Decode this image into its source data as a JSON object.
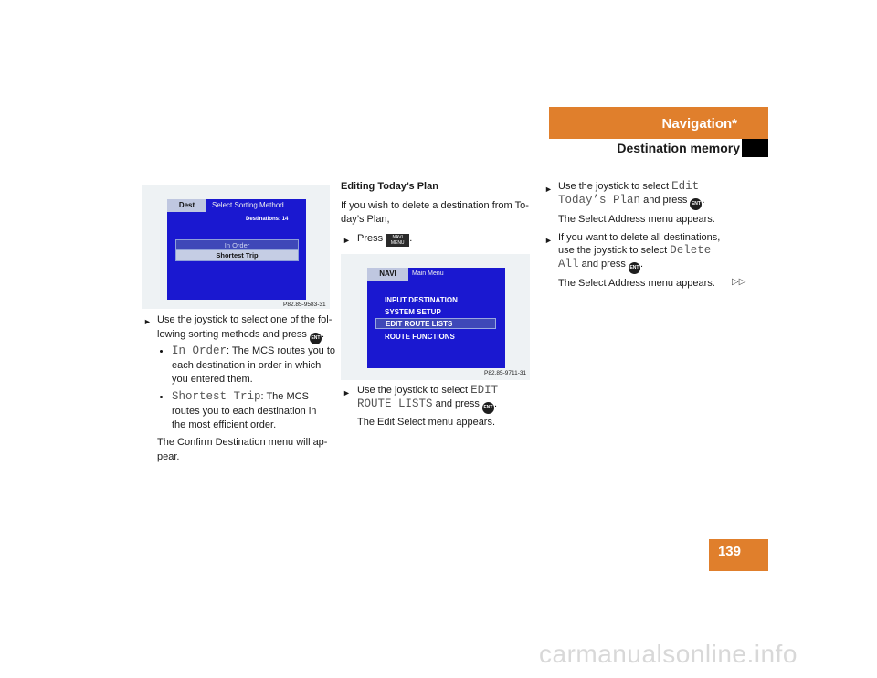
{
  "header": {
    "title": "Navigation*",
    "subtitle": "Destination memory"
  },
  "page_number": "139",
  "screen1": {
    "tab": "Dest",
    "title": "Select Sorting Method",
    "count": "Destinations: 14",
    "options": [
      "In Order",
      "Shortest Trip"
    ],
    "ref": "P82.85-9583-31"
  },
  "col1": {
    "step1_a": "Use the joystick to select one of the fol-",
    "step1_b": "lowing sorting methods and press",
    "opt1_code": "In Order",
    "opt1_a": ": The MCS routes you to",
    "opt1_b": "each destination in order in which",
    "opt1_c": "you entered them.",
    "opt2_code": "Shortest Trip",
    "opt2_a": ": The MCS",
    "opt2_b": "routes you to each destination in",
    "opt2_c": "the most efficient order.",
    "confirm_a": "The Confirm Destination menu will ap-",
    "confirm_b": "pear."
  },
  "col2": {
    "heading": "Editing Today’s Plan",
    "intro_a": "If you wish to delete a destination from To-",
    "intro_b": "day’s Plan,",
    "press": "Press",
    "step_a": "Use the joystick to select",
    "step_code1": "EDIT",
    "step_code2": "ROUTE LISTS",
    "step_press": "and press",
    "result": "The Edit Select menu appears."
  },
  "screen2": {
    "tab": "NAVI",
    "title": "Main Menu",
    "items": [
      "INPUT DESTINATION",
      "SYSTEM SETUP",
      "EDIT ROUTE LISTS",
      "ROUTE FUNCTIONS"
    ],
    "ref": "P82.85-9711-31"
  },
  "col3": {
    "s1_a": "Use the joystick to select",
    "s1_code1": "Edit",
    "s1_code2": "Today’s Plan",
    "s1_press": "and press",
    "s1_result": "The Select Address menu appears.",
    "s2_a": "If you want to delete all destinations,",
    "s2_b": "use the joystick to select",
    "s2_code1": "Delete",
    "s2_code2": "All",
    "s2_press": "and press",
    "s2_result": "The Select Address menu appears.",
    "continue": "▷▷"
  },
  "keys": {
    "ent": "ENT",
    "navi": "NAVI",
    "menu": "MENU"
  },
  "watermark": "carmanualsonline.info"
}
